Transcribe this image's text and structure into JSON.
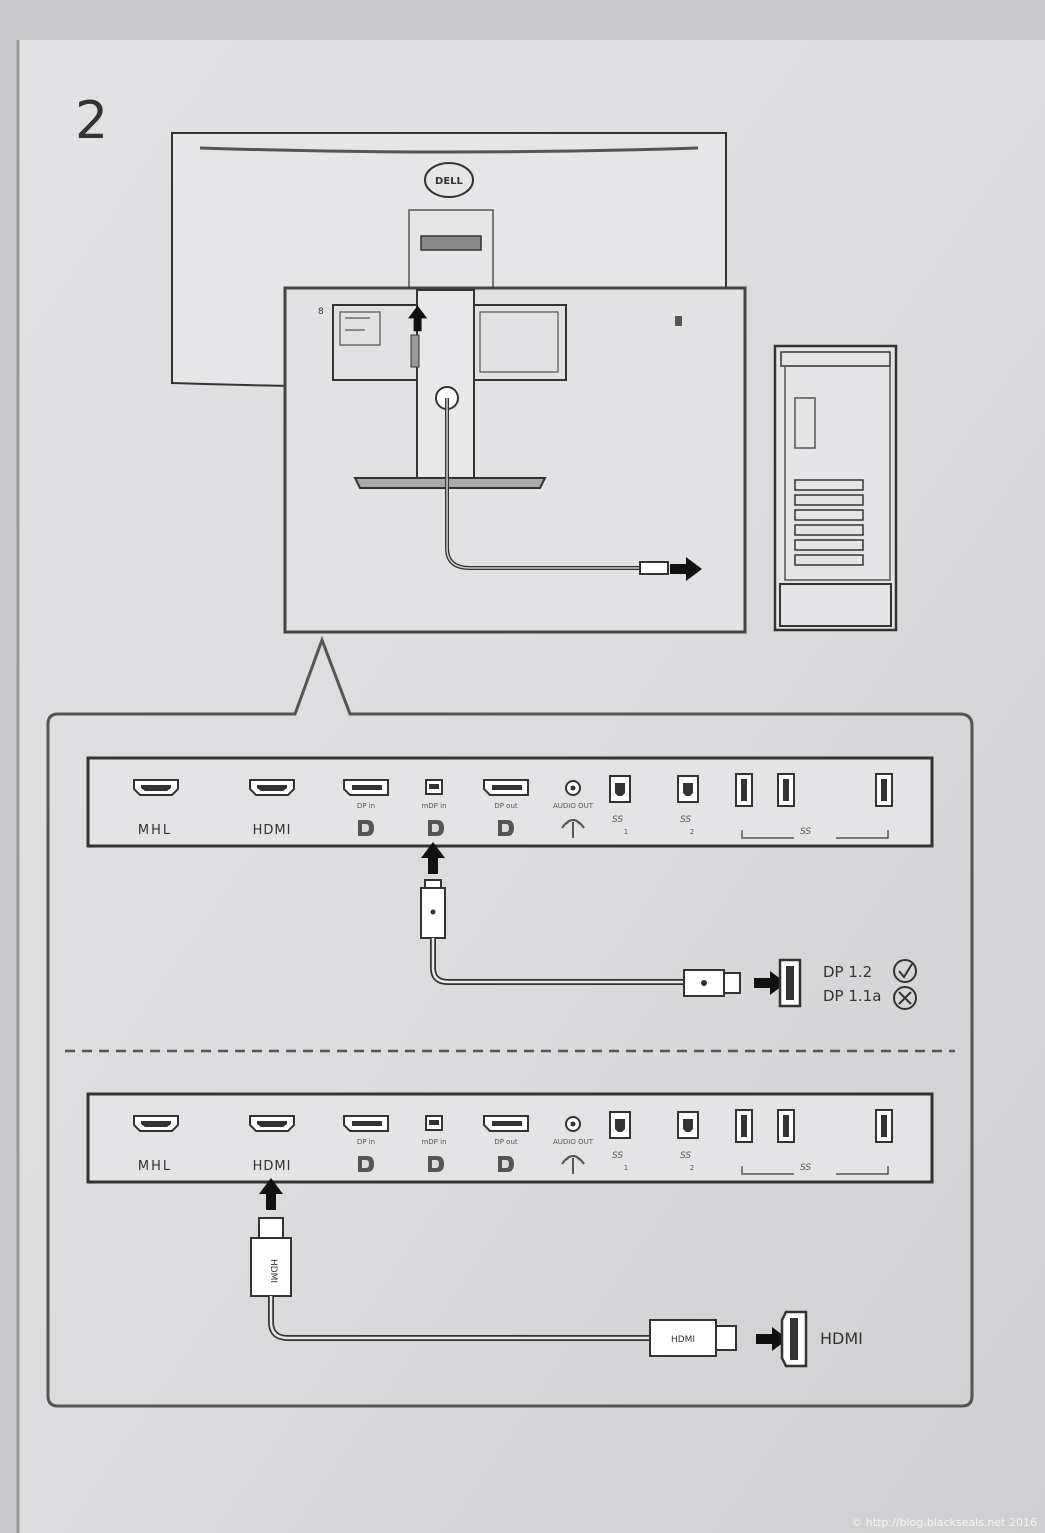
{
  "step_number": "2",
  "brand_logo": "DELL",
  "ports": {
    "mhl": "MHL",
    "hdmi": "HDMI",
    "dp_in": "DP in",
    "mdp_in": "mDP in",
    "dp_out": "DP out",
    "audio_out": "AUDIO OUT",
    "usb_up_1": "1",
    "usb_up_2": "2",
    "ss_mark": "SS"
  },
  "dp_section": {
    "ok_label": "DP 1.2",
    "no_label": "DP 1.1a"
  },
  "hdmi_section": {
    "cable_label": "HDMI",
    "target_label": "HDMI"
  },
  "watermark": "© http://blog.blackseals.net 2016"
}
